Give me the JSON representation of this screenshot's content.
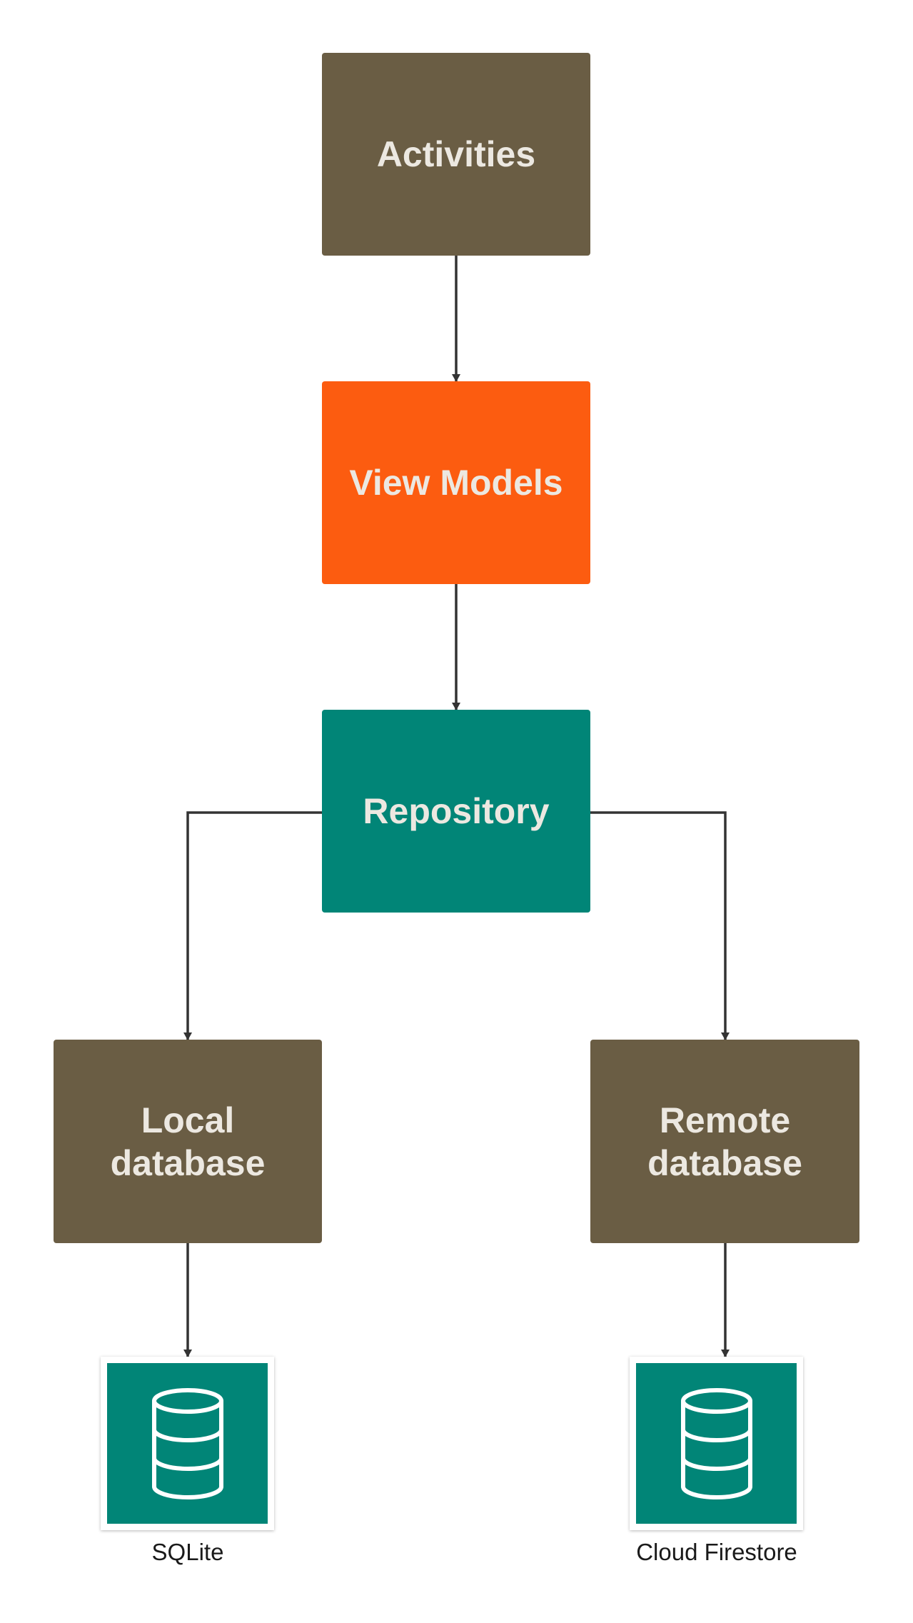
{
  "diagram": {
    "nodes": {
      "activities": "Activities",
      "view_models": "View Models",
      "repository": "Repository",
      "local_database": "Local database",
      "remote_database": "Remote database"
    },
    "storage": {
      "sqlite": {
        "label": "SQLite",
        "icon": "database-icon"
      },
      "cloud_firestore": {
        "label": "Cloud Firestore",
        "icon": "database-icon"
      }
    },
    "edges": [
      [
        "activities",
        "view_models"
      ],
      [
        "view_models",
        "repository"
      ],
      [
        "repository",
        "local_database"
      ],
      [
        "repository",
        "remote_database"
      ],
      [
        "local_database",
        "sqlite"
      ],
      [
        "remote_database",
        "cloud_firestore"
      ]
    ],
    "colors": {
      "brown": "#6A5D44",
      "orange": "#FC5C10",
      "teal": "#018577",
      "node_text": "#ECE8E1",
      "connector": "#333333"
    }
  }
}
